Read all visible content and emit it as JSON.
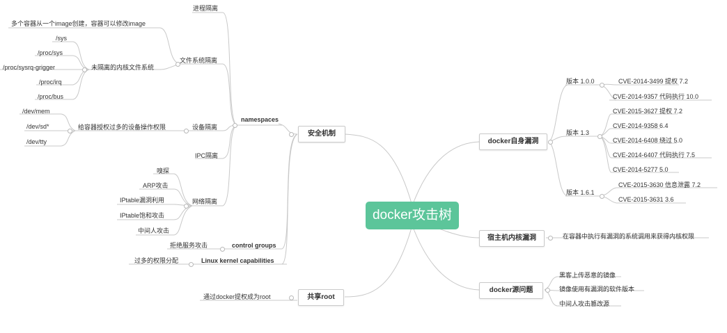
{
  "root": "docker攻击树",
  "left": {
    "security": {
      "label": "安全机制",
      "namespaces": {
        "label": "namespaces",
        "process": "进程隔离",
        "fs": {
          "label": "文件系统隔离",
          "image_note": "多个容器从一个image创建，容器可以修改image",
          "unisolated": {
            "label": "未隔离的内核文件系统",
            "items": [
              "/sys",
              "/proc/sys",
              "/proc/sysrq-grigger",
              "/proc/irq",
              "/proc/bus"
            ]
          }
        },
        "device": {
          "label": "设备隔离",
          "grant": {
            "label": "给容器授权过多的设备操作权限",
            "items": [
              "/dev/mem",
              "/dev/sd*",
              "/dev/tty"
            ]
          }
        },
        "ipc": "IPC隔离",
        "network": {
          "label": "网络隔离",
          "items": [
            "嗅探",
            "ARP攻击",
            "IPtable漏洞利用",
            "IPtable饱和攻击",
            "中间人攻击"
          ]
        }
      },
      "cgroups": {
        "label": "control groups",
        "child": "拒绝服务攻击"
      },
      "capabilities": {
        "label": "Linux kernel capabilities",
        "child": "过多的权限分配"
      }
    },
    "shared_root": {
      "label": "共享root",
      "child": "通过docker提权成为root"
    }
  },
  "right": {
    "self_vuln": {
      "label": "docker自身漏洞",
      "versions": [
        {
          "label": "版本 1.0.0",
          "cves": [
            "CVE-2014-3499 提权 7.2",
            "CVE-2014-9357 代码执行 10.0"
          ]
        },
        {
          "label": "版本 1.3",
          "cves": [
            "CVE-2015-3627 提权 7.2",
            "CVE-2014-9358 6.4",
            "CVE-2014-6408 绕过 5.0",
            "CVE-2014-6407 代码执行 7.5",
            "CVE-2014-5277 5.0"
          ]
        },
        {
          "label": "版本 1.6.1",
          "cves": [
            "CVE-2015-3630 信息泄露 7.2",
            "CVE-2015-3631 3.6"
          ]
        }
      ]
    },
    "host_kernel": {
      "label": "宿主机内核漏洞",
      "child": "在容器中执行有漏洞的系统调用来获得内核权限"
    },
    "source": {
      "label": "docker源问题",
      "items": [
        "黑客上传恶意的镜像",
        "镜像使用有漏洞的软件版本",
        "中间人攻击篡改源"
      ]
    }
  }
}
